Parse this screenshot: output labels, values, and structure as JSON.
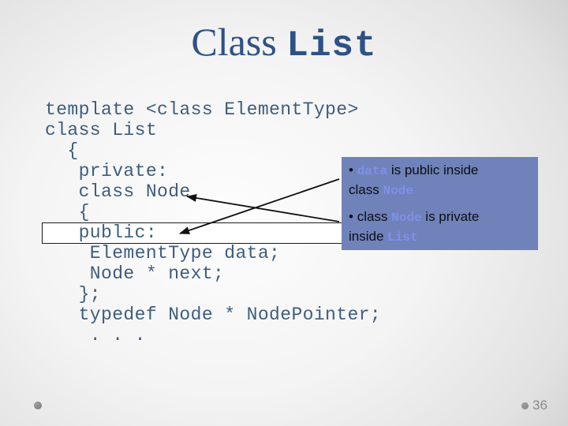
{
  "slide": {
    "title_serif": "Class ",
    "title_mono": "List",
    "slide_number": "36"
  },
  "code": {
    "lines": [
      "template <class ElementType>",
      "class List",
      "  {",
      "   private:",
      "   class Node",
      "   {",
      "   public:",
      "    ElementType data;",
      "    Node * next;",
      "   };",
      "   typedef Node * NodePointer;",
      "    . . ."
    ]
  },
  "callout": {
    "b1": {
      "bullet": "• ",
      "code1": "data",
      "text1": " is public inside",
      "text2": "class ",
      "code2": "Node"
    },
    "b2": {
      "bullet": "• ",
      "text1": "class ",
      "code1": "Node",
      "text2": " is private",
      "text3": "inside ",
      "code2": "List"
    }
  },
  "colors": {
    "title-blue": "#2e5186",
    "code-blue": "#3e5d7d",
    "callout-bg": "#6f82ba",
    "callout-code": "#7e90ea",
    "footer-gray": "#8a8a8a"
  }
}
